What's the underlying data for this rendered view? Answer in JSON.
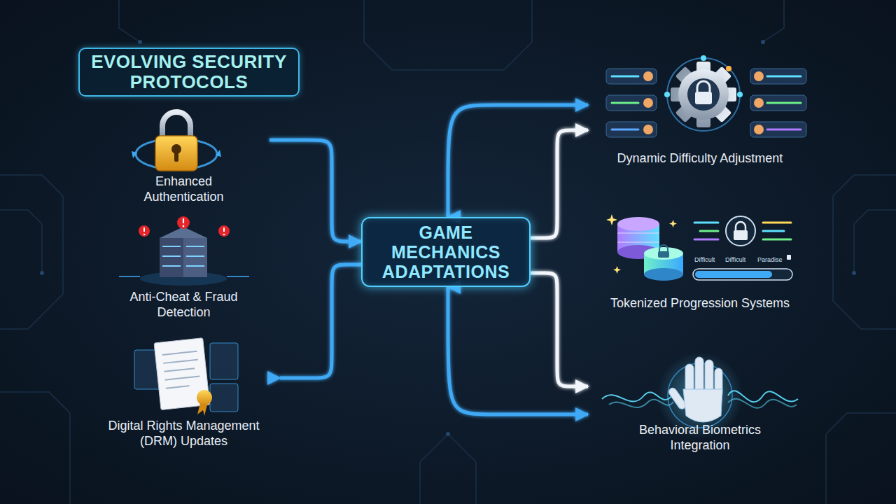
{
  "diagram": {
    "title": "EVOLVING SECURITY PROTOCOLS",
    "nodes": [
      {
        "text": [
          "Enhanced Authentication"
        ]
      },
      {
        "text": [
          "Anti-Cheat & Fraud Detection"
        ]
      },
      {
        "text": [
          "Digital Rights Management (DRM) Updates"
        ]
      },
      {
        "text": [
          "GAME MECHANICS ADAPTATIONS"
        ]
      },
      {
        "text": [
          "Dynamic Difficulty Adjustment"
        ]
      },
      {
        "text": [
          "Tokenized Progression Systems"
        ]
      },
      {
        "text": [
          "Behavioral Biometrics Integration"
        ]
      }
    ],
    "edges": [
      {
        "from": 0,
        "to": 3,
        "arrow": "to"
      },
      {
        "from": 1,
        "to": 3,
        "arrow": "to"
      },
      {
        "from": 3,
        "to": 2,
        "arrow": "to"
      },
      {
        "from": 3,
        "to": 4,
        "arrow": "both"
      },
      {
        "from": 3,
        "to": 4,
        "arrow": "to"
      },
      {
        "from": 3,
        "to": 5,
        "arrow": "to"
      },
      {
        "from": 3,
        "to": 6,
        "arrow": "to"
      },
      {
        "from": 3,
        "to": 6,
        "arrow": "both"
      }
    ],
    "labels": [
      "Difficult",
      "Difficult",
      "Paradise"
    ]
  }
}
